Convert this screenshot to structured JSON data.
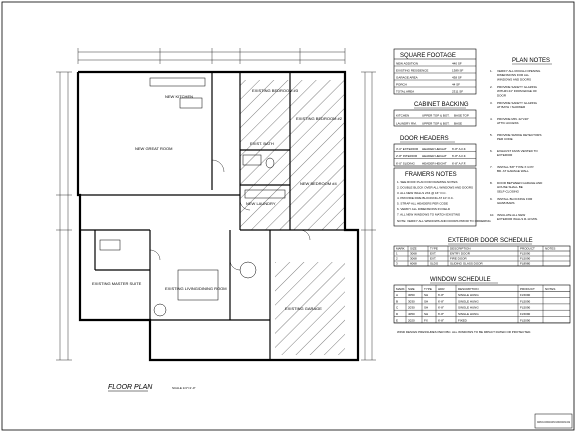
{
  "drawing": {
    "title": "FLOOR PLAN",
    "scale": "SCALE 1/4\"=1'-0\""
  },
  "rooms": {
    "kitchen": "NEW KITCHEN",
    "great_room": "NEW GREAT ROOM",
    "bedroom_3": "EXISTING BEDROOM #3",
    "bedroom_2": "EXISTING BEDROOM #2",
    "bath": "EXIST. BATH",
    "bedroom_4": "NEW BEDROOM #4",
    "laundry": "NEW LAUNDRY",
    "master_suite": "EXISTING MASTER SUITE",
    "living": "EXISTING LIVING/DINING ROOM",
    "garage": "EXISTING GARAGE"
  },
  "square_footage": {
    "title": "SQUARE FOOTAGE",
    "rows": [
      [
        "NEW ADDITION",
        "",
        "440 SF"
      ],
      [
        "EXISTING RESIDENCE",
        "",
        "1389 SF"
      ],
      [
        "GARAGE AREA",
        "",
        "438 SF"
      ],
      [
        "PORCH",
        "",
        "44 SF"
      ],
      [
        "TOTAL AREA",
        "",
        "2311 SF"
      ]
    ]
  },
  "cabinet_backing": {
    "title": "CABINET BACKING",
    "rows": [
      [
        "KITCHEN",
        "UPPER TOP & BOT.",
        "BASE TOP"
      ],
      [
        "LAUNDRY RM.",
        "UPPER TOP & BOT.",
        "BASE"
      ]
    ]
  },
  "door_headers": {
    "title": "DOOR HEADERS",
    "rows": [
      [
        "3'-0\" EXTERIOR",
        "HEADER HEIGHT",
        "6'-8\" A.F.F."
      ],
      [
        "2'-8\" INTERIOR",
        "HEADER HEIGHT",
        "6'-8\" A.F.F."
      ],
      [
        "6'-0\" SLIDING",
        "HEADER HEIGHT",
        "6'-8\" A.F.F."
      ]
    ]
  },
  "framers_notes": {
    "title": "FRAMERS NOTES",
    "lines": [
      "1. SEE ROOF PLAN FOR FRAMING NOTES",
      "2. DOUBLE BLOCK OVER ALL WINDOWS AND DOORS",
      "3. ALL NEW WALLS 2X4 @ 16\" O.C.",
      "4. PROVIDE FIRE BLOCKING AT 10' O.C.",
      "5. STRAP ALL HEADERS PER CODE",
      "6. VERIFY ALL DIMENSIONS IN FIELD",
      "7. ALL NEW WINDOWS TO MATCH EXISTING"
    ],
    "note": "NOTE: VERIFY ALL WINDOWS AND DOORS PRIOR TO ORDERING"
  },
  "plan_notes": {
    "title": "PLAN NOTES",
    "notes": [
      "1. VERIFY ALL ROUGH OPENING DIMENSIONS FOR ALL WINDOWS AND DOORS",
      "2. PROVIDE SAFETY GLAZING WITHIN 24\" FROM EDGE OF DOOR",
      "3. PROVIDE SAFETY GLAZING AT BATH / SHOWER",
      "4. PROVIDE MIN. 22\"x30\" ATTIC ACCESS",
      "5. PROVIDE SMOKE DETECTORS PER CODE",
      "6. EXHAUST FANS VENTED TO EXTERIOR",
      "7. INSTALL 5/8\" TYPE X GYP. BD. AT GARAGE WALL",
      "8. DOOR BETWEEN GARAGE AND HOUSE SHALL BE SELF-CLOSING",
      "9. INSTALL BLOCKING FOR GRAB BARS",
      "10. INSULATE ALL NEW EXTERIOR WALLS R-13 MIN."
    ]
  },
  "exterior_door_schedule": {
    "title": "EXTERIOR DOOR SCHEDULE",
    "headers": [
      "MARK",
      "SIZE",
      "TYPE",
      "DESCRIPTION",
      "PRODUCT",
      "NOTES"
    ],
    "rows": [
      [
        "1",
        "3068",
        "EXT.",
        "ENTRY DOOR",
        "FL5090",
        ""
      ],
      [
        "2",
        "3068",
        "EXT.",
        "FIRE DOOR",
        "FL5090",
        ""
      ],
      [
        "3",
        "6068",
        "SLDG",
        "SLIDING GLASS DOOR",
        "FL8980",
        ""
      ]
    ]
  },
  "window_schedule": {
    "title": "WINDOW SCHEDULE",
    "headers": [
      "MARK",
      "SIZE",
      "TYPE",
      "HDR",
      "DESCRIPTION",
      "PRODUCT",
      "NOTES"
    ],
    "rows": [
      [
        "A",
        "3050",
        "SH",
        "6'-8\"",
        "SINGLE HUNG",
        "FL5090",
        ""
      ],
      [
        "B",
        "3030",
        "SH",
        "6'-8\"",
        "SINGLE HUNG",
        "FL5090",
        ""
      ],
      [
        "C",
        "2030",
        "SH",
        "6'-8\"",
        "SINGLE HUNG",
        "FL5090",
        ""
      ],
      [
        "D",
        "4050",
        "SH",
        "6'-8\"",
        "SINGLE HUNG",
        "FL5090",
        ""
      ],
      [
        "E",
        "2020",
        "FX",
        "6'-8\"",
        "FIXED",
        "FL5090",
        ""
      ]
    ],
    "note": "WIND DESIGN PRESSURES PER FBC. ALL WINDOWS TO BE IMPACT RATED OR PROTECTED."
  },
  "footer": {
    "stamp": "DRAWN IN ACCORDANCE WITH FLORIDA BUILDING CODE"
  }
}
